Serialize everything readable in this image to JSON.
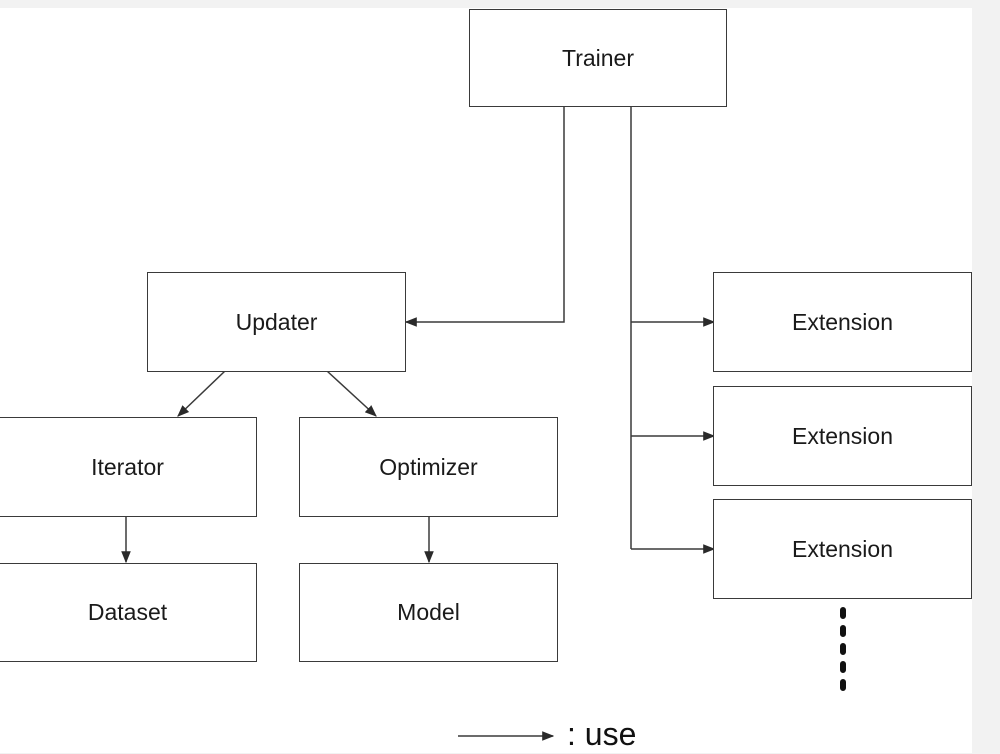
{
  "nodes": {
    "trainer": "Trainer",
    "updater": "Updater",
    "iterator": "Iterator",
    "optimizer": "Optimizer",
    "dataset": "Dataset",
    "model": "Model",
    "extension_1": "Extension",
    "extension_2": "Extension",
    "extension_3": "Extension"
  },
  "edges": [
    {
      "from": "Trainer",
      "to": "Updater"
    },
    {
      "from": "Trainer",
      "to": "Extension"
    },
    {
      "from": "Trainer",
      "to": "Extension"
    },
    {
      "from": "Trainer",
      "to": "Extension"
    },
    {
      "from": "Updater",
      "to": "Iterator"
    },
    {
      "from": "Updater",
      "to": "Optimizer"
    },
    {
      "from": "Iterator",
      "to": "Dataset"
    },
    {
      "from": "Optimizer",
      "to": "Model"
    }
  ],
  "legend": {
    "label": ": use"
  },
  "colors": {
    "line": "#3a3a3a",
    "background": "#ffffff"
  }
}
